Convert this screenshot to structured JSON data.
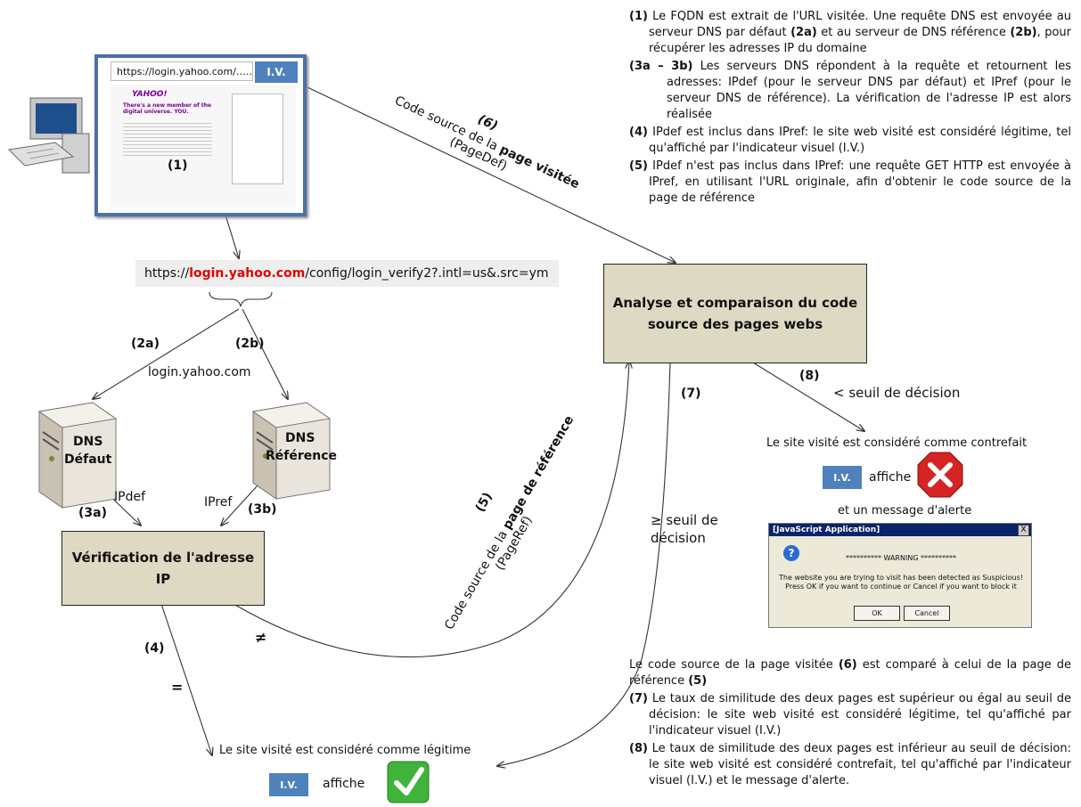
{
  "browser": {
    "url": "https://login.yahoo.com/………….",
    "iv_label": "I.V.",
    "page_logo": "YAHOO!",
    "page_headline": "There's a new member of the digital universe. YOU."
  },
  "steps": {
    "s1": "(1)",
    "s2a": "(2a)",
    "s2b": "(2b)",
    "s3a": "(3a)",
    "s3b": "(3b)",
    "s4": "(4)",
    "s5": "(5)",
    "s6": "(6)",
    "s7": "(7)",
    "s8": "(8)"
  },
  "url_bar": {
    "prefix": "https://",
    "domain": "login.yahoo.com",
    "suffix": "/config/login_verify2?.intl=us&.src=ym"
  },
  "labels": {
    "domain": "login.yahoo.com",
    "dns_default_1": "DNS",
    "dns_default_2": "Défaut",
    "dns_ref_1": "DNS",
    "dns_ref_2": "Référence",
    "ipdef": "IPdef",
    "ipref": "IPref",
    "neq": "≠",
    "eq": "=",
    "below_threshold": "< seuil de décision",
    "above_threshold_1": "≥ seuil de",
    "above_threshold_2": "décision"
  },
  "boxes": {
    "verification": "Vérification de l'adresse IP",
    "analysis_1": "Analyse et comparaison du code",
    "analysis_2": "source des pages webs"
  },
  "arrow_texts": {
    "visited_1": "Code source de la ",
    "visited_bold": "page visitée",
    "visited_2": "(PageDef)",
    "ref_1": "Code source de la ",
    "ref_bold": "page de référence",
    "ref_2": "(PageRef)"
  },
  "results": {
    "fake": "Le site visité est considéré comme contrefait",
    "iv": "I.V.",
    "shows": "affiche",
    "alert": "et un message d'alerte",
    "legit": "Le  site visité est considéré comme légitime",
    "shows2": "affiche"
  },
  "dialog": {
    "title": "[JavaScript Application]",
    "close": "X",
    "warning": "********** WARNING **********",
    "line1": "The website you are trying to visit has been detected as Suspicious!",
    "line2": "Press OK if you want to continue or Cancel if you want to block it",
    "ok": "OK",
    "cancel": "Cancel"
  },
  "notes_top": [
    {
      "num": "(1)",
      "text": " Le FQDN est extrait de l'URL visitée. Une requête DNS est envoyée au serveur DNS par défaut ",
      "b1": "(2a)",
      "mid": " et au serveur de DNS référence ",
      "b2": "(2b)",
      "end": ", pour récupérer les adresses IP du domaine"
    },
    {
      "num": "(3a – 3b)",
      "text": " Les serveurs DNS répondent à la requête et retournent les adresses: IPdef (pour le serveur DNS par défaut) et IPref (pour le serveur DNS de référence). La vérification de l'adresse IP est alors réalisée"
    },
    {
      "num": "(4)",
      "text": " IPdef est inclus dans IPref: le site web visité est considéré légitime, tel qu'affiché par l'indicateur visuel (I.V.)"
    },
    {
      "num": "(5)",
      "text": " IPdef n'est pas inclus dans IPref: une requête GET HTTP est envoyée à IPref, en utilisant l'URL originale, afin d'obtenir le code source de la page de référence"
    }
  ],
  "notes_bottom": {
    "intro_1": "Le code source de la page visitée ",
    "intro_b1": "(6)",
    "intro_2": " est comparé à celui de la page de référence ",
    "intro_b2": "(5)",
    "items": [
      {
        "num": "(7)",
        "text": " Le taux de similitude des deux pages est supérieur ou égal au seuil de décision: le site web visité est considéré légitime, tel qu'affiché par l'indicateur visuel (I.V.)"
      },
      {
        "num": "(8)",
        "text": " Le taux de similitude des deux pages est inférieur au seuil de décision: le site web visité est considéré contrefait, tel qu'affiché par l'indicateur visuel (I.V.) et le message d'alerte."
      }
    ]
  }
}
